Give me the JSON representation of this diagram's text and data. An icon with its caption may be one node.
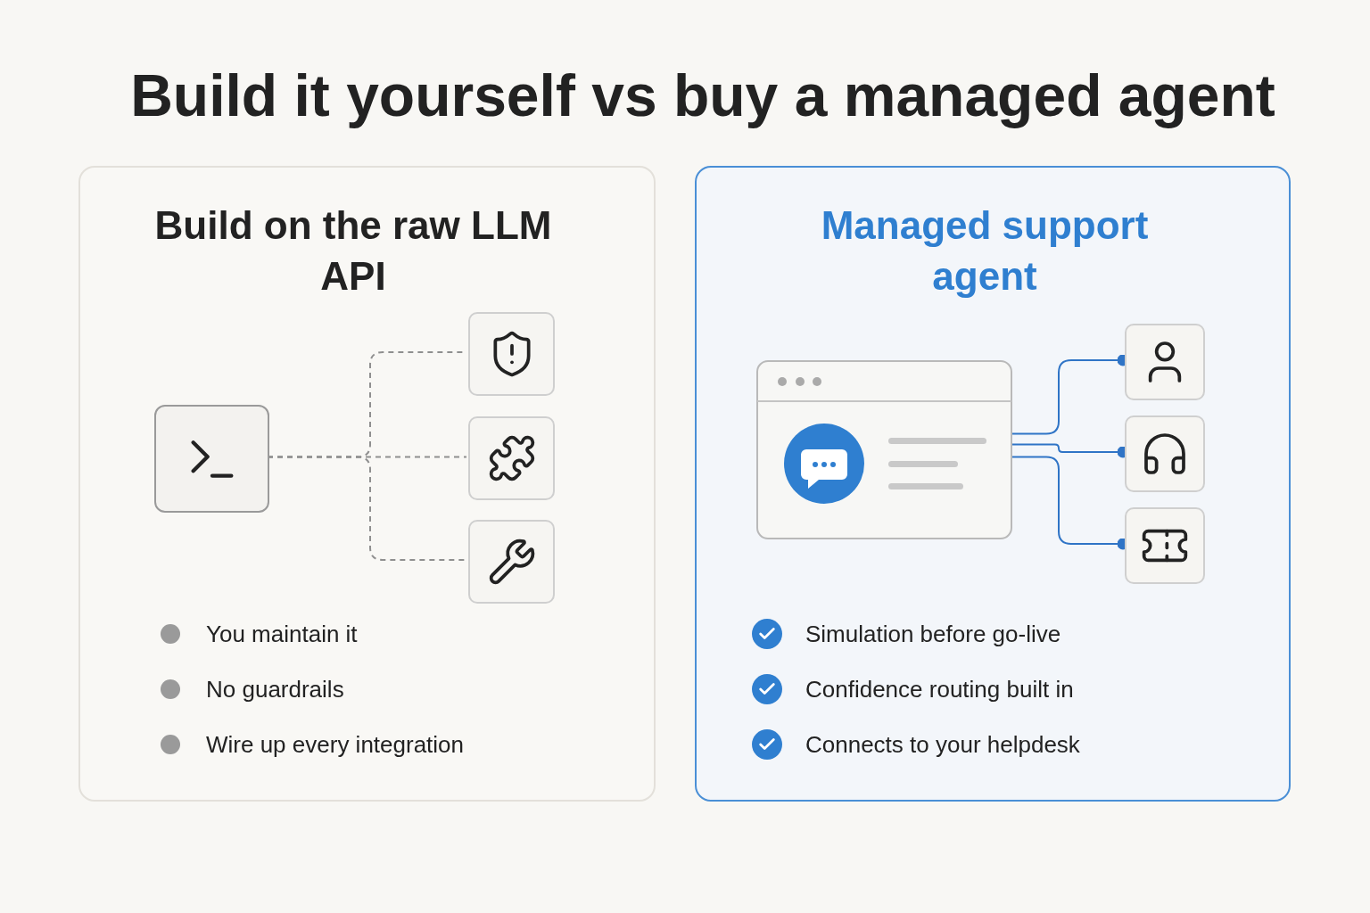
{
  "diagram": {
    "title": "Build it yourself vs buy a managed agent",
    "nodes": [
      {
        "text": [
          "Build on the raw LLM API"
        ]
      },
      {
        "text": [],
        "shape": "box",
        "in": 0
      },
      {
        "text": [],
        "shape": "box",
        "in": 0
      },
      {
        "text": [],
        "shape": "box",
        "in": 0
      },
      {
        "text": [],
        "shape": "box",
        "in": 0
      },
      {
        "text": [
          "Managed support agent"
        ]
      },
      {
        "text": [],
        "shape": "picture",
        "in": 5
      },
      {
        "text": [],
        "shape": "box",
        "in": 5
      },
      {
        "text": [],
        "shape": "box",
        "in": 5
      },
      {
        "text": [],
        "shape": "box",
        "in": 5
      }
    ],
    "edges": [
      {
        "from": 1,
        "to": 2,
        "arrow": "none",
        "style": "dashed"
      },
      {
        "from": 1,
        "to": 3,
        "arrow": "none",
        "style": "dashed"
      },
      {
        "from": 1,
        "to": 4,
        "arrow": "none",
        "style": "dashed"
      },
      {
        "from": 6,
        "to": 7,
        "arrow": "other",
        "color": "#2f74c6"
      },
      {
        "from": 6,
        "to": 8,
        "arrow": "other",
        "color": "#2f74c6"
      },
      {
        "from": 6,
        "to": 9,
        "arrow": "other",
        "color": "#2f74c6"
      }
    ],
    "labels": [
      "You maintain it",
      "No guardrails",
      "Wire up every integration",
      "Simulation before go-live",
      "Confidence routing built in",
      "Connects to your helpdesk"
    ]
  }
}
